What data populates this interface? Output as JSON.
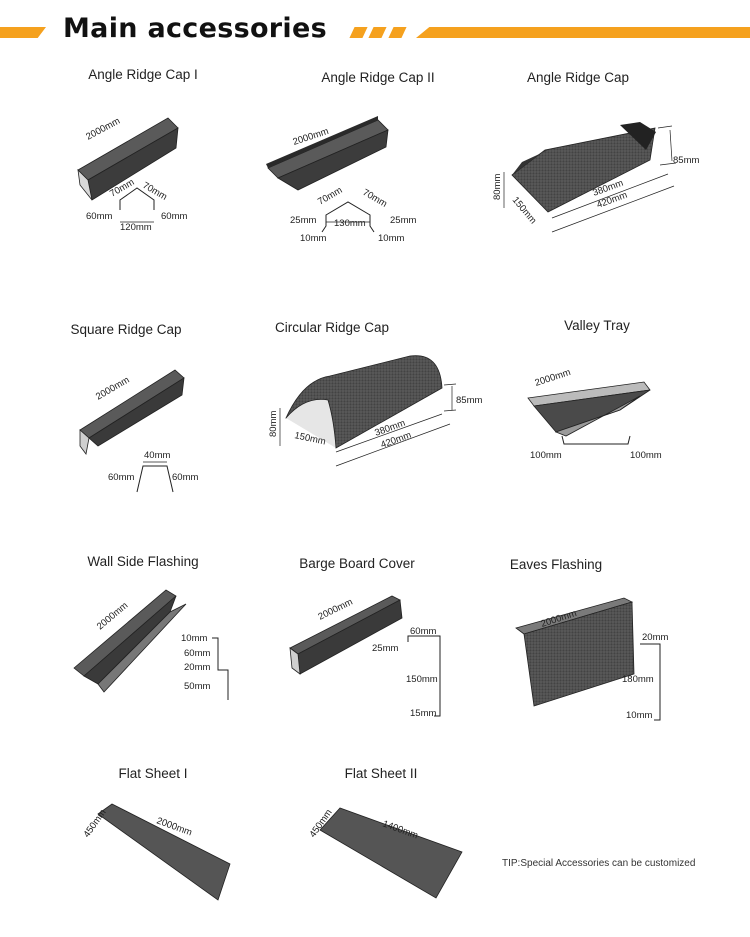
{
  "header": {
    "title": "Main accessories"
  },
  "colors": {
    "accent": "#f5a11e",
    "tile": "#4f4f4f",
    "tile_dark": "#2f2f2f",
    "tile_light": "#8a8a8a"
  },
  "products": [
    {
      "title": "Angle Ridge Cap I",
      "length": "2000mm",
      "dims": [
        "70mm",
        "70mm",
        "60mm",
        "60mm",
        "120mm"
      ]
    },
    {
      "title": "Angle Ridge Cap II",
      "length": "2000mm",
      "dims": [
        "70mm",
        "70mm",
        "25mm",
        "130mm",
        "25mm",
        "10mm",
        "10mm"
      ]
    },
    {
      "title": "Angle Ridge Cap",
      "dims": [
        "85mm",
        "80mm",
        "150mm",
        "380mm",
        "420mm"
      ]
    },
    {
      "title": "Square Ridge Cap",
      "length": "2000mm",
      "dims": [
        "40mm",
        "60mm",
        "60mm"
      ]
    },
    {
      "title": "Circular Ridge Cap",
      "dims": [
        "85mm",
        "80mm",
        "150mm",
        "380mm",
        "420mm"
      ]
    },
    {
      "title": "Valley Tray",
      "length": "2000mm",
      "dims": [
        "100mm",
        "100mm"
      ]
    },
    {
      "title": "Wall Side Flashing",
      "length": "2000mm",
      "dims": [
        "10mm",
        "60mm",
        "20mm",
        "50mm"
      ]
    },
    {
      "title": "Barge Board Cover",
      "length": "2000mm",
      "dims": [
        "60mm",
        "25mm",
        "150mm",
        "15mm"
      ]
    },
    {
      "title": "Eaves Flashing",
      "length": "2000mm",
      "dims": [
        "20mm",
        "180mm",
        "10mm"
      ]
    },
    {
      "title": "Flat Sheet I",
      "dims": [
        "450mm",
        "2000mm"
      ]
    },
    {
      "title": "Flat Sheet II",
      "dims": [
        "450mm",
        "1400mm"
      ]
    }
  ],
  "tip": "TIP:Special Accessories can be customized"
}
